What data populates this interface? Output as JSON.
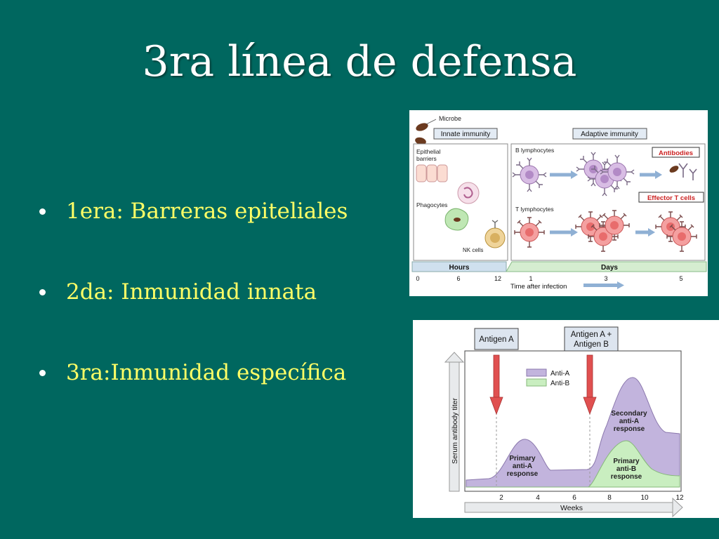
{
  "slide": {
    "title": "3ra línea de defensa",
    "bullets": [
      "1era: Barreras epiteliales",
      "2da: Inmunidad innata",
      "3ra:Inmunidad específica"
    ]
  },
  "colors": {
    "background": "#00675f",
    "title": "#ffffff",
    "bullet_text": "#ffff66",
    "b_cell": "#c9a8d8",
    "t_cell": "#f08a8a",
    "antigen_arrow": "#e05050",
    "anti_a": "#c2b4dd",
    "anti_b": "#c9eec0",
    "label_red": "#cc2222"
  },
  "immunity_figure": {
    "microbe_label": "Microbe",
    "innate_label": "Innate immunity",
    "adaptive_label": "Adaptive immunity",
    "epithelial_label_1": "Epithelial",
    "epithelial_label_2": "barriers",
    "phagocytes_label": "Phagocytes",
    "nk_label": "NK cells",
    "b_lymph_label": "B lymphocytes",
    "t_lymph_label": "T lymphocytes",
    "antibodies_label": "Antibodies",
    "effector_label": "Effector T cells",
    "hours_label": "Hours",
    "days_label": "Days",
    "hour_ticks": [
      "0",
      "6",
      "12"
    ],
    "day_ticks": [
      "1",
      "3",
      "5"
    ],
    "time_label": "Time after infection"
  },
  "antibody_figure": {
    "antigen_a_label": "Antigen A",
    "antigen_ab_line1": "Antigen A +",
    "antigen_ab_line2": "Antigen B",
    "legend": [
      "Anti-A",
      "Anti-B"
    ],
    "y_label": "Serum antibody titer",
    "x_label": "Weeks",
    "x_ticks": [
      "2",
      "4",
      "6",
      "8",
      "10",
      "12"
    ],
    "primary_a": [
      "Primary",
      "anti-A",
      "response"
    ],
    "secondary_a": [
      "Secondary",
      "anti-A",
      "response"
    ],
    "primary_b": [
      "Primary",
      "anti-B",
      "response"
    ]
  }
}
